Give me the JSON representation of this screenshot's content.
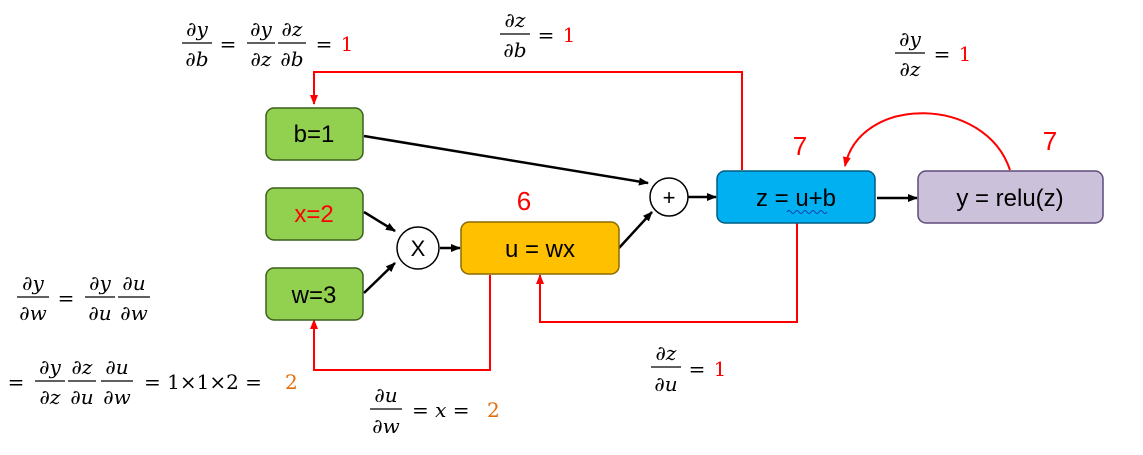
{
  "nodes": {
    "b": {
      "label": "b=1",
      "color": "#92d050"
    },
    "x": {
      "label": "x=2",
      "color": "#92d050",
      "text_color": "#ff0000"
    },
    "w": {
      "label": "w=3",
      "color": "#92d050"
    },
    "mul": {
      "label": "X"
    },
    "add": {
      "label": "+"
    },
    "u": {
      "label": "u = wx",
      "color": "#ffc000"
    },
    "z": {
      "label": "z = u+b",
      "color": "#00b0f0"
    },
    "y": {
      "label": "y = relu(z)",
      "color": "#ccc1da"
    }
  },
  "values": {
    "u_value": "6",
    "z_value": "7",
    "y_value": "7"
  },
  "formulas": {
    "dy_db": {
      "n1": "∂y",
      "d1": "∂b",
      "n2": "∂y",
      "d2": "∂z",
      "n3": "∂z",
      "d3": "∂b",
      "eq1": "=",
      "eq2": "=",
      "result": "1"
    },
    "dz_db": {
      "n": "∂z",
      "d": "∂b",
      "eq": "=",
      "result": "1"
    },
    "dy_dz": {
      "n": "∂y",
      "d": "∂z",
      "eq": "=",
      "result": "1"
    },
    "dy_dw_line1": {
      "n1": "∂y",
      "d1": "∂w",
      "n2": "∂y",
      "d2": "∂u",
      "n3": "∂u",
      "d3": "∂w",
      "eq": "="
    },
    "dy_dw_line2": {
      "lead": "=",
      "n1": "∂y",
      "d1": "∂z",
      "n2": "∂z",
      "d2": "∂u",
      "n3": "∂u",
      "d3": "∂w",
      "mid": "= 1×1×2 =",
      "result": "2"
    },
    "du_dw": {
      "n": "∂u",
      "d": "∂w",
      "mid": "= x =",
      "result": "2"
    },
    "dz_du": {
      "n": "∂z",
      "d": "∂u",
      "eq": "=",
      "result": "1"
    }
  },
  "colors": {
    "gradient_path": "#ff0000",
    "result_red": "#ff0000",
    "result_orange": "#e46c0a",
    "forward_arrow": "#000000"
  }
}
